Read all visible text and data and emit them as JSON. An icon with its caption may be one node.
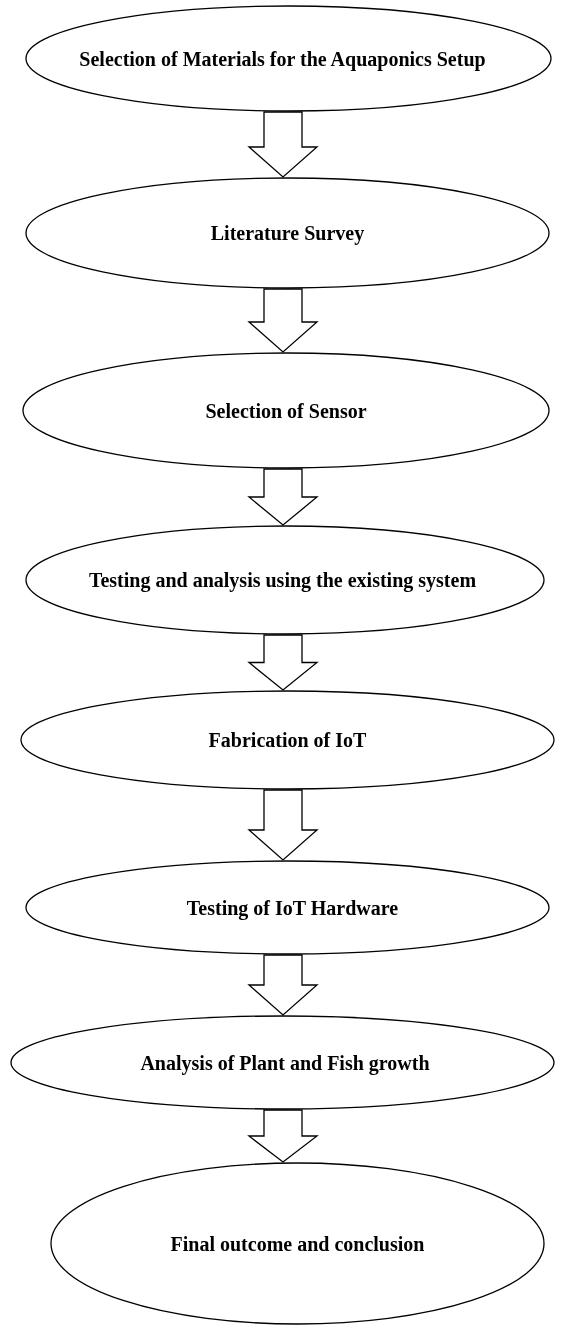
{
  "diagram": {
    "nodes": [
      {
        "text": [
          "Selection of  Materials for the Aquaponics Setup"
        ]
      },
      {
        "text": [
          "Literature Survey"
        ]
      },
      {
        "text": [
          "Selection of Sensor"
        ]
      },
      {
        "text": [
          "Testing and analysis using the existing system"
        ]
      },
      {
        "text": [
          "Fabrication of IoT"
        ]
      },
      {
        "text": [
          "Testing of IoT Hardware"
        ]
      },
      {
        "text": [
          "Analysis of Plant and Fish growth"
        ]
      },
      {
        "text": [
          "Final outcome and conclusion"
        ]
      }
    ],
    "edges": [
      {
        "from": 0,
        "to": 1,
        "arrow": "to"
      },
      {
        "from": 1,
        "to": 2,
        "arrow": "to"
      },
      {
        "from": 2,
        "to": 3,
        "arrow": "to"
      },
      {
        "from": 3,
        "to": 4,
        "arrow": "to"
      },
      {
        "from": 4,
        "to": 5,
        "arrow": "to"
      },
      {
        "from": 5,
        "to": 6,
        "arrow": "to"
      },
      {
        "from": 6,
        "to": 7,
        "arrow": "to"
      }
    ]
  }
}
